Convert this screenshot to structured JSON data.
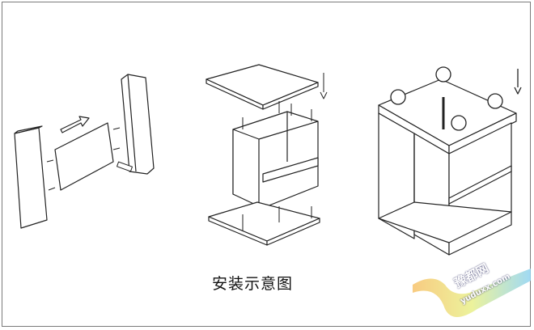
{
  "caption": "安装示意图",
  "watermark": {
    "name": "豫都网",
    "url": "yuduxx.com"
  },
  "colors": {
    "line": "#222222",
    "panel": "#ffffff",
    "border": "#7a7a7a"
  }
}
